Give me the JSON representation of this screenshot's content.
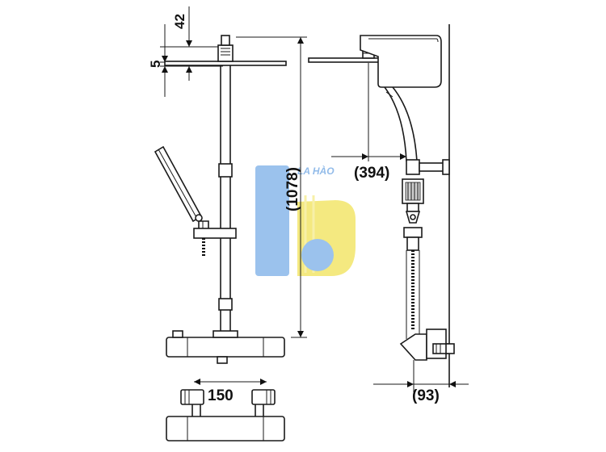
{
  "dimensions": {
    "head_thickness": "42",
    "head_gap": "5",
    "total_height": "(1078)",
    "arm_reach": "(394)",
    "valve_spacing": "150",
    "wall_offset": "(93)"
  },
  "watermark": {
    "brand_text": "LA HÀO"
  },
  "colors": {
    "line": "#1a1a1a",
    "watermark_blue": "#7fb0e6",
    "watermark_yellow": "#f4e35a"
  }
}
